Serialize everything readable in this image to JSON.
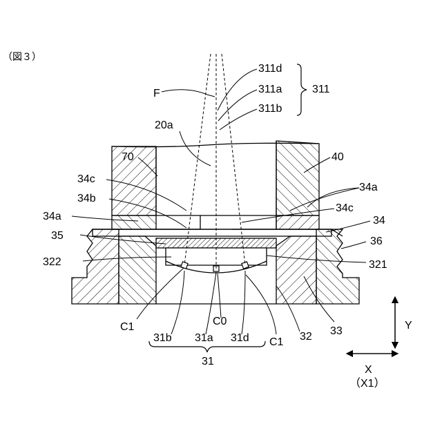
{
  "figure_label": "（図３）",
  "labels": {
    "F": "F",
    "l20a": "20a",
    "l70": "70",
    "l40": "40",
    "l311d": "311d",
    "l311a": "311a",
    "l311b": "311b",
    "l311": "311",
    "l34c_left": "34c",
    "l34b": "34b",
    "l34a_left": "34a",
    "l34a_right": "34a",
    "l34c_right": "34c",
    "l34": "34",
    "l35": "35",
    "l36": "36",
    "l322": "322",
    "l321": "321",
    "l31b": "31b",
    "l31a": "31a",
    "l31d": "31d",
    "l31": "31",
    "lC1_left": "C1",
    "lC0": "C0",
    "lC1_right": "C1",
    "l32": "32",
    "l33": "33",
    "axisY": "Y",
    "axisX": "X",
    "axisX1": "（X1）"
  }
}
